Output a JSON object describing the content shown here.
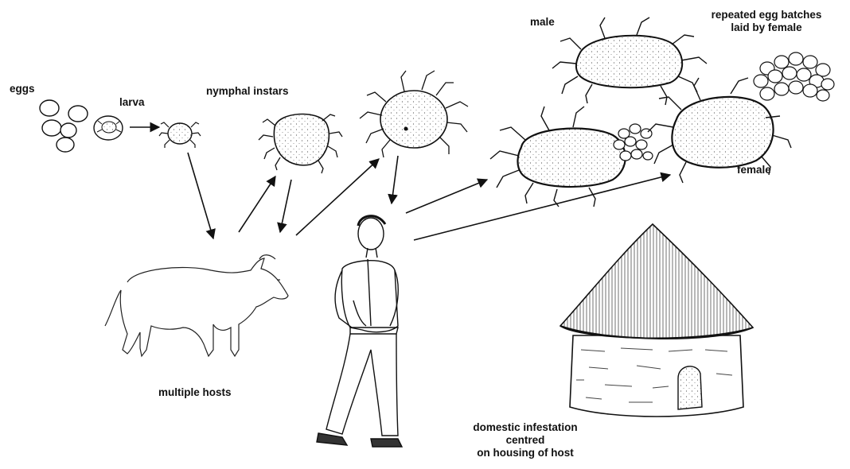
{
  "labels": {
    "eggs": "eggs",
    "larva": "larva",
    "nymphal_instars": "nymphal instars",
    "male": "male",
    "repeated_line1": "repeated egg batches",
    "repeated_line2": "laid by female",
    "female": "female",
    "multiple_hosts": "multiple hosts",
    "domestic_line1": "domestic infestation",
    "domestic_line2": "centred",
    "domestic_line3": "on housing of host"
  },
  "colors": {
    "ink": "#111111",
    "body_fill": "#f2f2f2"
  },
  "icons": {
    "goat": "goat-icon",
    "person": "person-icon",
    "hut": "hut-icon",
    "tick": "tick-icon"
  }
}
